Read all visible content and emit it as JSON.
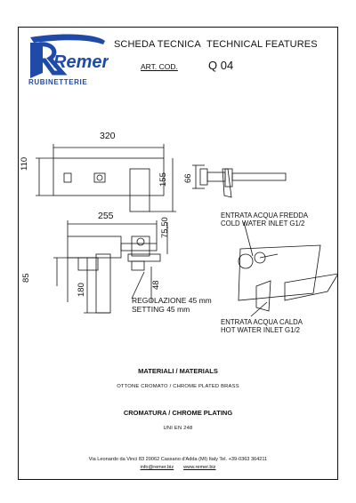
{
  "header": {
    "brand": "Remer",
    "brand_subtitle": "RUBINETTERIE",
    "title_it": "SCHEDA TECNICA",
    "title_en": "TECHNICAL FEATURES",
    "art_label": "ART. COD.",
    "art_code": "Q 04"
  },
  "drawing": {
    "dim_320": "320",
    "dim_110": "110",
    "dim_155": "155",
    "dim_66": "66",
    "dim_255": "255",
    "dim_75_50": "75,50",
    "dim_85": "85",
    "dim_180": "180",
    "dim_48": "48",
    "setting_it": "REGOLAZIONE  45 mm",
    "setting_en": "SETTING  45 mm",
    "cold_it": "ENTRATA ACQUA FREDDA",
    "cold_en": "COLD WATER INLET G1/2",
    "hot_it": "ENTRATA ACQUA CALDA",
    "hot_en": "HOT WATER INLET G1/2"
  },
  "materials": {
    "title": "MATERIALI  /  MATERIALS",
    "text": "OTTONE  CROMATO  /  CHROME  PLATED BRASS"
  },
  "plating": {
    "title": "CROMATURA / CHROME PLATING",
    "text": "UNI EN 248"
  },
  "footer": {
    "address": "Via Leonardo da Vinci 83    20062 Cassano d'Adda (MI) Italy Tel. +39-0363 364211",
    "email": "info@remer.biz",
    "website": "www.remer.biz"
  },
  "colors": {
    "brand_blue": "#1f4aa8",
    "line": "#111111"
  }
}
